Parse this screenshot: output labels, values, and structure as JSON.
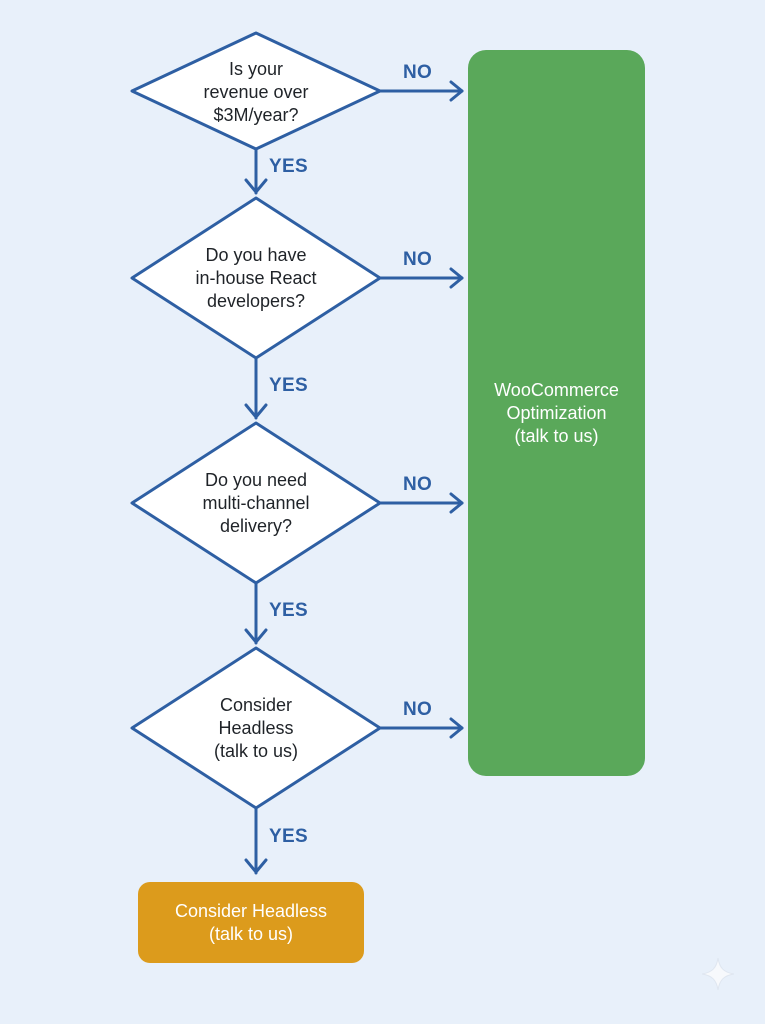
{
  "decisions": [
    {
      "lines": [
        "Is your",
        "revenue over",
        "$3M/year?"
      ]
    },
    {
      "lines": [
        "Do you have",
        "in-house React",
        "developers?"
      ]
    },
    {
      "lines": [
        "Do you need",
        "multi-channel",
        "delivery?"
      ]
    },
    {
      "lines": [
        "Consider",
        "Headless",
        "(talk to us)"
      ]
    }
  ],
  "edge_labels": {
    "no": "NO",
    "yes": "YES"
  },
  "results": {
    "woocommerce": {
      "lines": [
        "WooCommerce",
        "Optimization",
        "(talk to us)"
      ]
    },
    "headless": {
      "lines": [
        "Consider Headless",
        "(talk to us)"
      ]
    }
  },
  "colors": {
    "stroke": "#2e5fa3",
    "green": "#5aa85a",
    "orange": "#dc9b1c",
    "background": "#e8f0fa"
  },
  "icons": {
    "corner": "sparkle-icon"
  }
}
